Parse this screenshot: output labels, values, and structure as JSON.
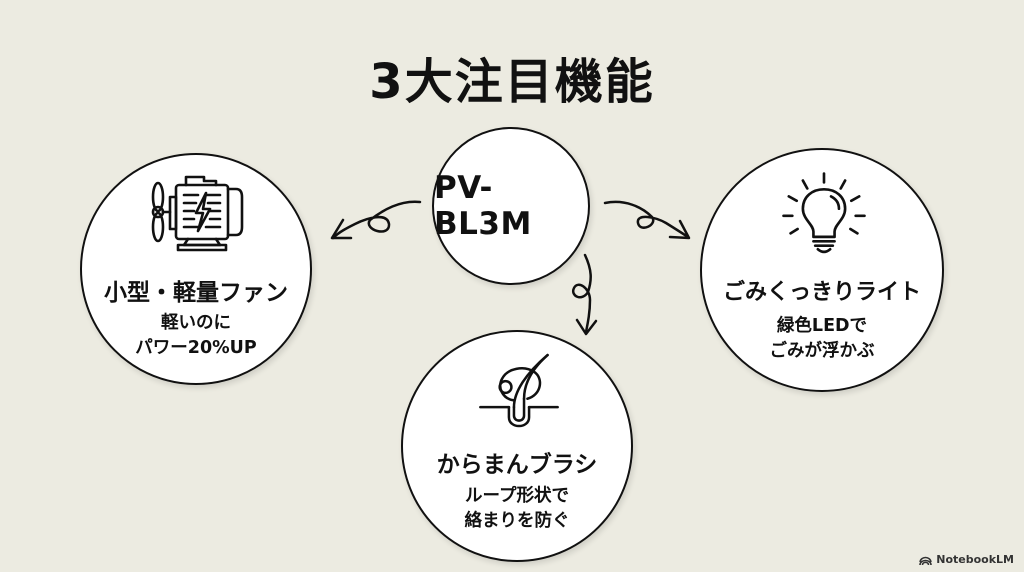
{
  "title": "3大注目機能",
  "center": {
    "model": "PV-BL3M"
  },
  "features": [
    {
      "id": "fan",
      "icon": "motor-icon",
      "title": "小型・軽量ファン",
      "desc_lines": [
        "軽いのに",
        "パワー20%UP"
      ]
    },
    {
      "id": "light",
      "icon": "light-bulb-icon",
      "title": "ごみくっきりライト",
      "desc_lines": [
        "緑色LEDで",
        "ごみが浮かぶ"
      ]
    },
    {
      "id": "brush",
      "icon": "hair-follicle-icon",
      "title": "からまんブラシ",
      "desc_lines": [
        "ループ形状で",
        "絡まりを防ぐ"
      ]
    }
  ],
  "footer": {
    "brand": "NotebookLM"
  },
  "colors": {
    "background": "#ecebe1",
    "circle_fill": "#ffffff",
    "ink": "#111111"
  }
}
